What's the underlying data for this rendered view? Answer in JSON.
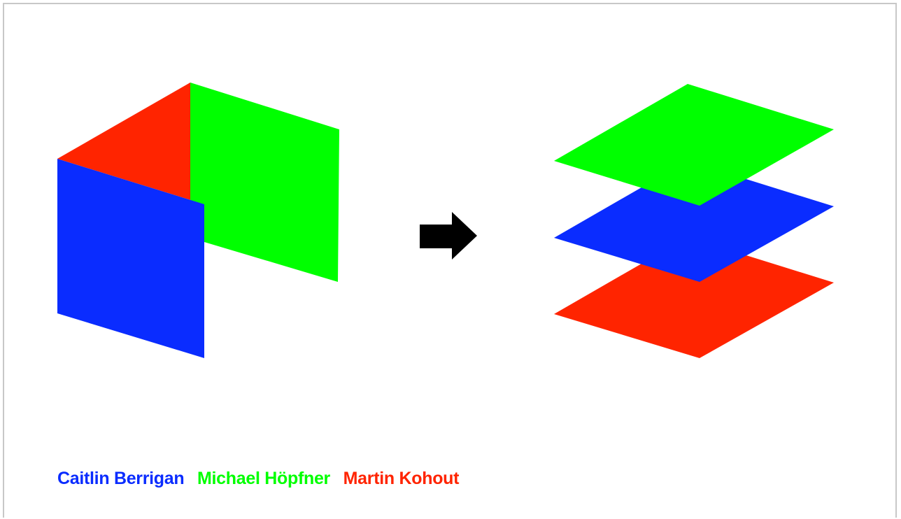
{
  "colors": {
    "blue": "#0a2cff",
    "green": "#00ff00",
    "red": "#ff2400",
    "arrow": "#000000",
    "border": "#c8c8c8"
  },
  "icons": {
    "arrow": "right-arrow-icon"
  },
  "names": {
    "first": "Caitlin Berrigan",
    "second": "Michael Höpfner",
    "third": "Martin Kohout"
  }
}
